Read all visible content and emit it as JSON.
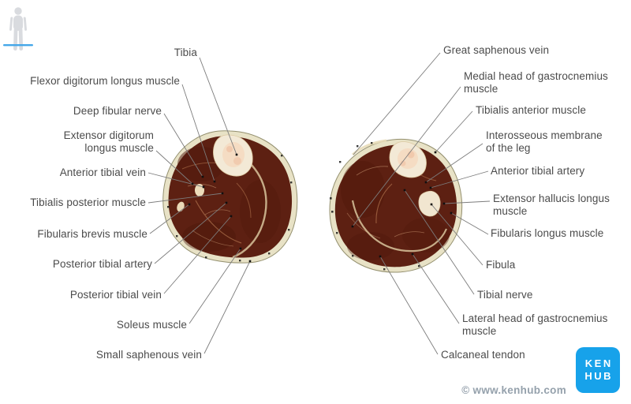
{
  "labels": {
    "left": [
      "Tibia",
      "Flexor digitorum longus muscle",
      "Deep fibular nerve",
      "Extensor digitorum\nlongus muscle",
      "Anterior tibial vein",
      "Tibialis posterior muscle",
      "Fibularis brevis muscle",
      "Posterior tibial artery",
      "Posterior tibial vein",
      "Soleus muscle",
      "Small saphenous vein"
    ],
    "right": [
      "Great saphenous vein",
      "Medial head of gastrocnemius\nmuscle",
      "Tibialis anterior muscle",
      "Interosseous membrane\nof the leg",
      "Anterior tibial artery",
      "Extensor hallucis longus\nmuscle",
      "Fibularis longus muscle",
      "Fibula",
      "Tibial nerve",
      "Lateral head of gastrocnemius\nmuscle",
      "Calcaneal tendon"
    ]
  },
  "footer": {
    "copyright": "© www.kenhub.com",
    "logo": {
      "line1": "KEN",
      "line2": "HUB"
    }
  },
  "icons": {
    "orientation_figure": "human-silhouette-with-cross-section-level-line"
  },
  "colors": {
    "logo_blue": "#17a2ea",
    "section_level_line_blue": "#45a7e9",
    "label_text": "#4b4b4b",
    "leader_line": "#7c7c7c",
    "muscle_tissue": "#5d2012",
    "subcutaneous_ring": "#e8e2c6",
    "bone": "#f3e9d6",
    "copyright_text": "#95a1ac"
  }
}
